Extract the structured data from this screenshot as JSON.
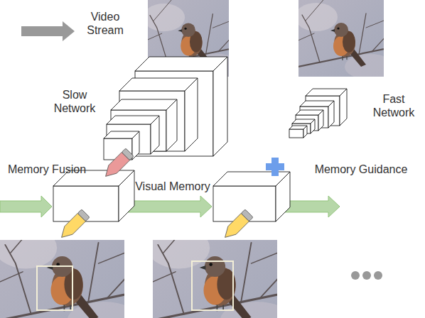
{
  "diagram": {
    "nodes": [
      {
        "text": [
          "Slow Network"
        ]
      },
      {
        "text": [
          "Fast Network"
        ]
      }
    ],
    "labels": [
      "Video Stream",
      "Memory Fusion",
      "Visual Memory",
      "Memory Guidance"
    ]
  }
}
